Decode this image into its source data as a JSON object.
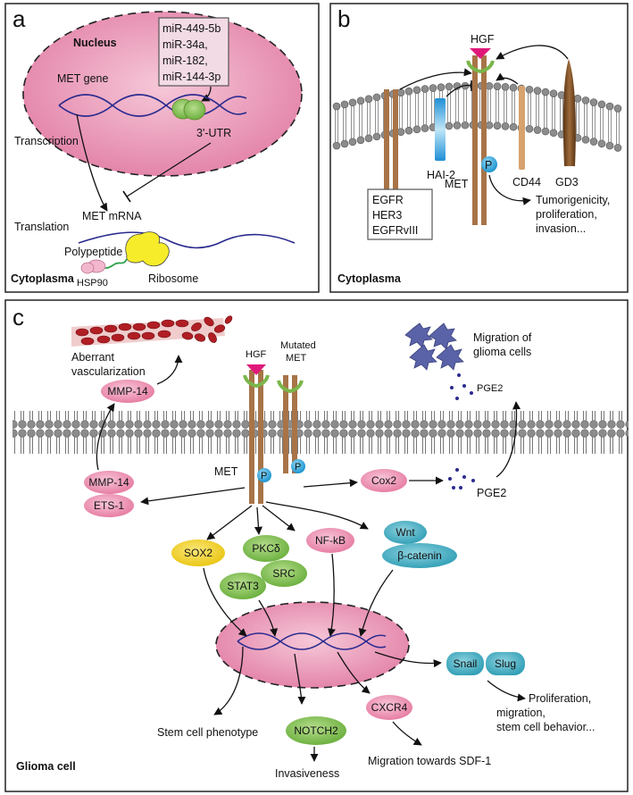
{
  "panel_a": {
    "letter": "a",
    "nucleus_label": "Nucleus",
    "mirna_box": [
      "miR-449-5b",
      "miR-34a,",
      "miR-182,",
      "miR-144-3p"
    ],
    "met_gene": "MET gene",
    "utr": "3'-UTR",
    "transcription": "Transcription",
    "met_mrna": "MET mRNA",
    "translation": "Translation",
    "polypeptide": "Polypeptide",
    "hsp90": "HSP90",
    "ribosome": "Ribosome",
    "region": "Cytoplasma"
  },
  "panel_b": {
    "letter": "b",
    "hgf": "HGF",
    "hai2": "HAI-2",
    "cd44": "CD44",
    "gd3": "GD3",
    "met": "MET",
    "phospho": "P",
    "egfr_box": [
      "EGFR",
      "HER3",
      "EGFRvIII"
    ],
    "outcome": [
      "Tumorigenicity,",
      "proliferation,",
      "invasion..."
    ],
    "region": "Cytoplasma"
  },
  "panel_c": {
    "letter": "c",
    "aberrant": [
      "Aberrant",
      "vascularization"
    ],
    "hgf": "HGF",
    "mutated_met": [
      "Mutated",
      "MET"
    ],
    "migration_glioma": [
      "Migration of",
      "glioma cells"
    ],
    "pge2": "PGE2",
    "met": "MET",
    "phospho": "P",
    "mmp14": "MMP-14",
    "ets1": "ETS-1",
    "cox2": "Cox2",
    "sox2": "SOX2",
    "pkcd": "PKCδ",
    "src": "SRC",
    "stat3": "STAT3",
    "nfkb": "NF-kB",
    "wnt": "Wnt",
    "bcatenin": "β-catenin",
    "snail": "Snail",
    "slug": "Slug",
    "notch2": "NOTCH2",
    "cxcr4": "CXCR4",
    "stem": "Stem cell phenotype",
    "invasiveness": "Invasiveness",
    "migration_sdf": "Migration towards SDF-1",
    "outcome": [
      "Proliferation,",
      "migration,",
      "stem cell behavior..."
    ],
    "region": "Glioma cell"
  },
  "colors": {
    "nucleus_pink": "#e98fb0",
    "met_brown": "#a8744a",
    "hgf_magenta": "#e0187a",
    "phospho_blue": "#29a8e0",
    "green_oval": "#7cc04b",
    "yellow_oval": "#f2d21a",
    "teal_oval": "#3aa9bf",
    "pink_oval": "#ef97b8"
  }
}
